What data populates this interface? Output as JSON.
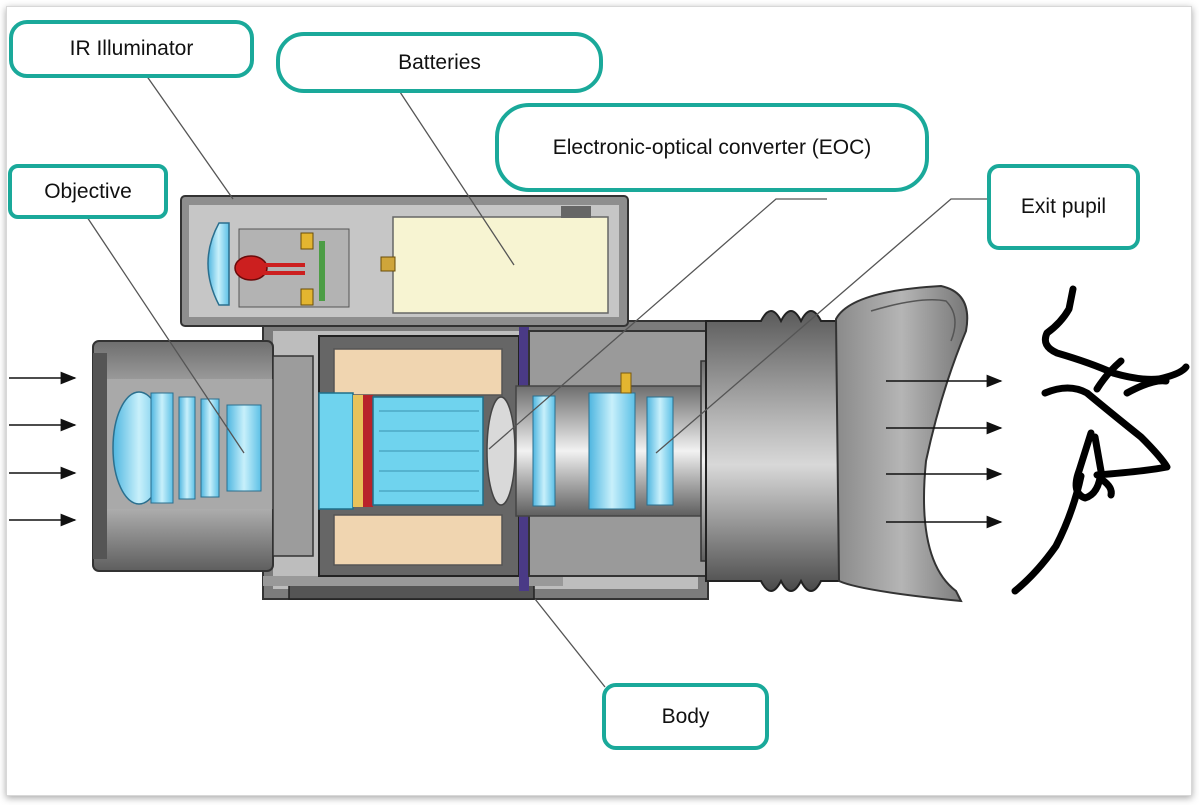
{
  "labels": {
    "ir_illuminator": "IR Illuminator",
    "batteries": "Batteries",
    "eoc": "Electronic-optical converter (EOC)",
    "objective": "Objective",
    "exit_pupil": "Exit pupil",
    "body": "Body"
  },
  "colors": {
    "label_border": "#1aa99a",
    "lens": "#7fd0ec",
    "housing": "#8c8c8c",
    "battery": "#f7f4d2",
    "led": "#cc1f1f",
    "tube": "#f0d5b0"
  }
}
